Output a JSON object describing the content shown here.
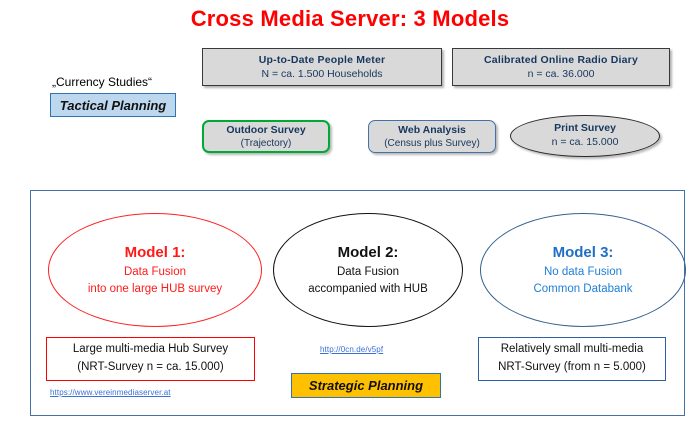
{
  "title": "Cross Media Server: 3 Models",
  "currency": {
    "label": "„Currency Studies“",
    "tactical_planning": "Tactical  Planning"
  },
  "sources": {
    "people_meter": {
      "name": "Up-to-Date People Meter",
      "detail": "N = ca. 1.500 Households"
    },
    "radio_diary": {
      "name": "Calibrated  Online Radio  Diary",
      "detail": "n = ca. 36.000"
    },
    "outdoor_survey": {
      "name": "Outdoor Survey",
      "detail": "(Trajectory)"
    },
    "web_analysis": {
      "name": "Web Analysis",
      "detail": "(Census plus Survey)"
    },
    "print_survey": {
      "name": "Print Survey",
      "detail": "n = ca. 15.000"
    }
  },
  "models": {
    "model1": {
      "title": "Model 1:",
      "line1": "Data Fusion",
      "line2": "into one large HUB survey",
      "color": "#ff1a1a"
    },
    "model2": {
      "title": "Model 2:",
      "line1": "Data Fusion",
      "line2": "accompanied with HUB",
      "color": "#111111"
    },
    "model3": {
      "title": "Model 3:",
      "line1": "No data Fusion",
      "line2": "Common Databank",
      "color": "#1f7fd6"
    }
  },
  "outcomes": {
    "hub_box": {
      "line1": "Large multi-media Hub Survey",
      "line2": "(NRT-Survey  n = ca. 15.000)"
    },
    "small_box": {
      "line1": "Relatively small multi-media",
      "line2": "NRT-Survey (from n = 5.000)"
    },
    "hub_link": "https://www.vereinmediaserver.at",
    "mid_link": "http://0cn.de/v5pf",
    "strategic_planning": "Strategic  Planning"
  },
  "colors": {
    "title_red": "#ff0000",
    "tactical_fill": "#bdd7ee",
    "tactical_border": "#2e75b6",
    "strategic_fill": "#ffc000",
    "strategic_border": "#2e75b6",
    "box_gray": "#d9d9d9",
    "frame_blue": "#4472a8",
    "green_border": "#00a933",
    "link_blue": "#3a6fd8",
    "source_text": "#17365d"
  }
}
